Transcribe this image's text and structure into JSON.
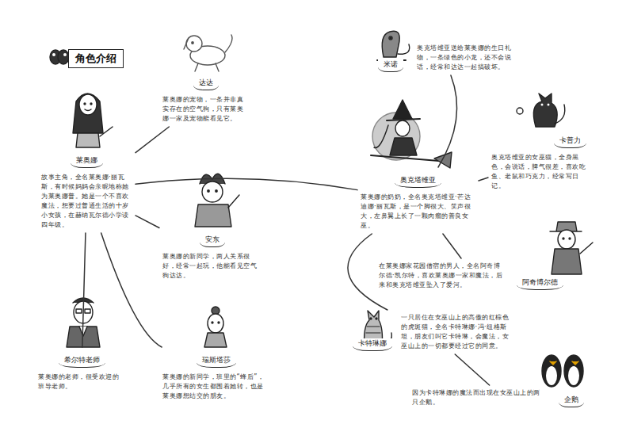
{
  "diagram": {
    "title": "角色介绍",
    "nodes": [
      {
        "text": [
          "莱奥娜",
          "故事主角，全名莱奥娜·丽瓦斯，有时候妈妈会亲昵地称她为莱奥娜普。她是一个不喜欢魔法，想要过普通生活的十岁小女孩，在赫纳瓦尔德小学读四年级。"
        ]
      },
      {
        "text": [
          "达达",
          "莱奥娜的宠物，一条并非真实存在的空气狗，只有莱奥娜一家及宠物能看见它。"
        ]
      },
      {
        "text": [
          "安东",
          "莱奥娜的新同学，两人关系很好，经常一起玩，他能看见空气狗达达。"
        ]
      },
      {
        "text": [
          "希尔特老师",
          "莱奥娜的老师，很受欢迎的班导老师。"
        ]
      },
      {
        "text": [
          "瑞斯塔莎",
          "莱奥娜的新同学，班里的“蜂后”，几乎所有的女生都围着她转，也是莱奥娜想结交的朋友。"
        ]
      },
      {
        "text": [
          "米诺",
          "奥克塔维亚送给莱奥娜的生日礼物，一条绿色的小龙，还不会说话，经常和达达一起搞破坏。"
        ]
      },
      {
        "text": [
          "奥克塔维亚",
          "莱奥娜的奶奶，全名奥克塔维亚·芒达迪娜·丽瓦斯，是一个脚很大、笑声很大，左鼻翼上长了一颗肉瘤的善良女巫。"
        ]
      },
      {
        "text": [
          "卡普力",
          "奥克塔维亚的女巫猫，全身黑色，会说话，脾气很差，喜欢吃鱼、老鼠和巧克力，经常写日记。"
        ]
      },
      {
        "text": [
          "阿奇博尔德",
          "在莱奥娜家花园借宿的男人，全名阿奇博尔德·凯尔特，喜欢莱奥娜一家和魔法，后来和奥克塔维亚坠入了爱河。"
        ]
      },
      {
        "text": [
          "卡特琳娜",
          "一只居住在女巫山上的高傲的红棕色的虎斑猫，全名卡特琳娜·冯·纽格斯坦，朋友们叫它卡特琳，会魔法，女巫山上的一切都要经过它的同意。"
        ]
      },
      {
        "text": [
          "企鹅",
          "因为卡特琳娜的魔法而出现在女巫山上的两只企鹅。"
        ]
      }
    ],
    "edges": [
      {
        "from": 0,
        "to": 1,
        "arrow": "none"
      },
      {
        "from": 0,
        "to": 2,
        "arrow": "none"
      },
      {
        "from": 0,
        "to": 3,
        "arrow": "none"
      },
      {
        "from": 0,
        "to": 4,
        "arrow": "none"
      },
      {
        "from": 0,
        "to": 6,
        "arrow": "none"
      },
      {
        "from": 6,
        "to": 5,
        "arrow": "none"
      },
      {
        "from": 6,
        "to": 7,
        "arrow": "none"
      },
      {
        "from": 6,
        "to": 8,
        "arrow": "none"
      },
      {
        "from": 6,
        "to": 9,
        "arrow": "none"
      },
      {
        "from": 9,
        "to": 10,
        "arrow": "none"
      }
    ]
  }
}
